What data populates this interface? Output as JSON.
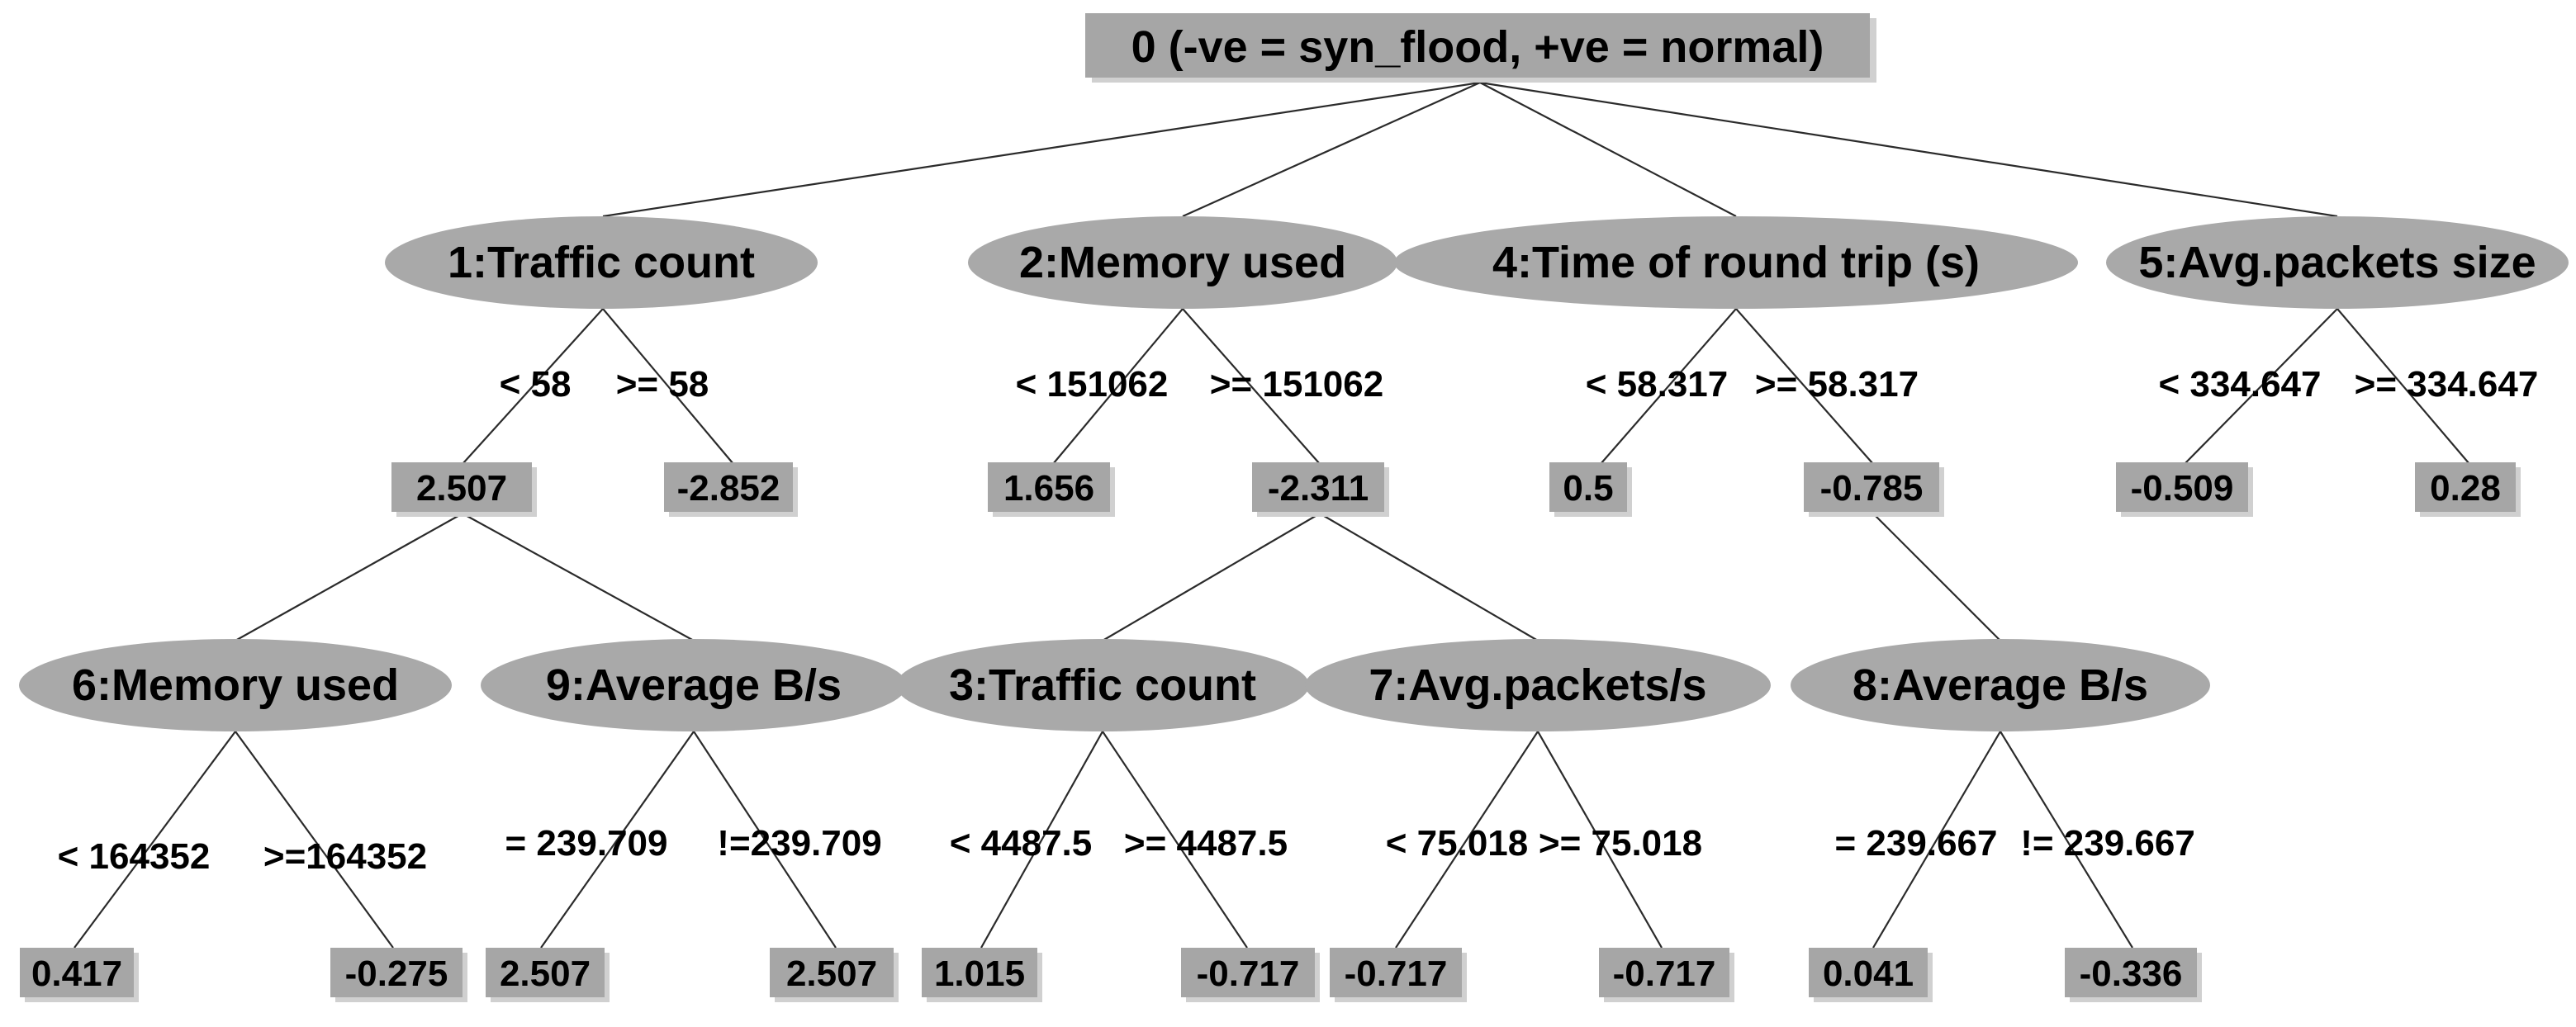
{
  "root": {
    "label": "0 (-ve = syn_flood, +ve = normal)"
  },
  "splits": {
    "n1": {
      "label": "1:Traffic count",
      "left": "< 58",
      "right": ">= 58"
    },
    "n2": {
      "label": "2:Memory used",
      "left": "< 151062",
      "right": ">= 151062"
    },
    "n4": {
      "label": "4:Time of round trip (s)",
      "left": "< 58.317",
      "right": ">= 58.317"
    },
    "n5": {
      "label": "5:Avg.packets size",
      "left": "< 334.647",
      "right": ">= 334.647"
    },
    "n6": {
      "label": "6:Memory used",
      "left": "< 164352",
      "right": ">=164352"
    },
    "n9": {
      "label": "9:Average B/s",
      "left": "= 239.709",
      "right": "!=239.709"
    },
    "n3": {
      "label": "3:Traffic count",
      "left": "< 4487.5",
      "right": ">= 4487.5"
    },
    "n7": {
      "label": "7:Avg.packets/s",
      "left": "< 75.018",
      "right": ">= 75.018"
    },
    "n8": {
      "label": "8:Average B/s",
      "left": "= 239.667",
      "right": "!= 239.667"
    }
  },
  "leaves": {
    "n1_left": "2.507",
    "n1_right": "-2.852",
    "n2_left": "1.656",
    "n2_right": "-2.311",
    "n4_left": "0.5",
    "n4_right": "-0.785",
    "n5_left": "-0.509",
    "n5_right": "0.28",
    "n6_left": "0.417",
    "n6_right": "-0.275",
    "n9_left": "2.507",
    "n9_right": "2.507",
    "n3_left": "1.015",
    "n3_right": "-0.717",
    "n7_left": "-0.717",
    "n7_right": "-0.717",
    "n8_left": "0.041",
    "n8_right": "-0.336"
  }
}
